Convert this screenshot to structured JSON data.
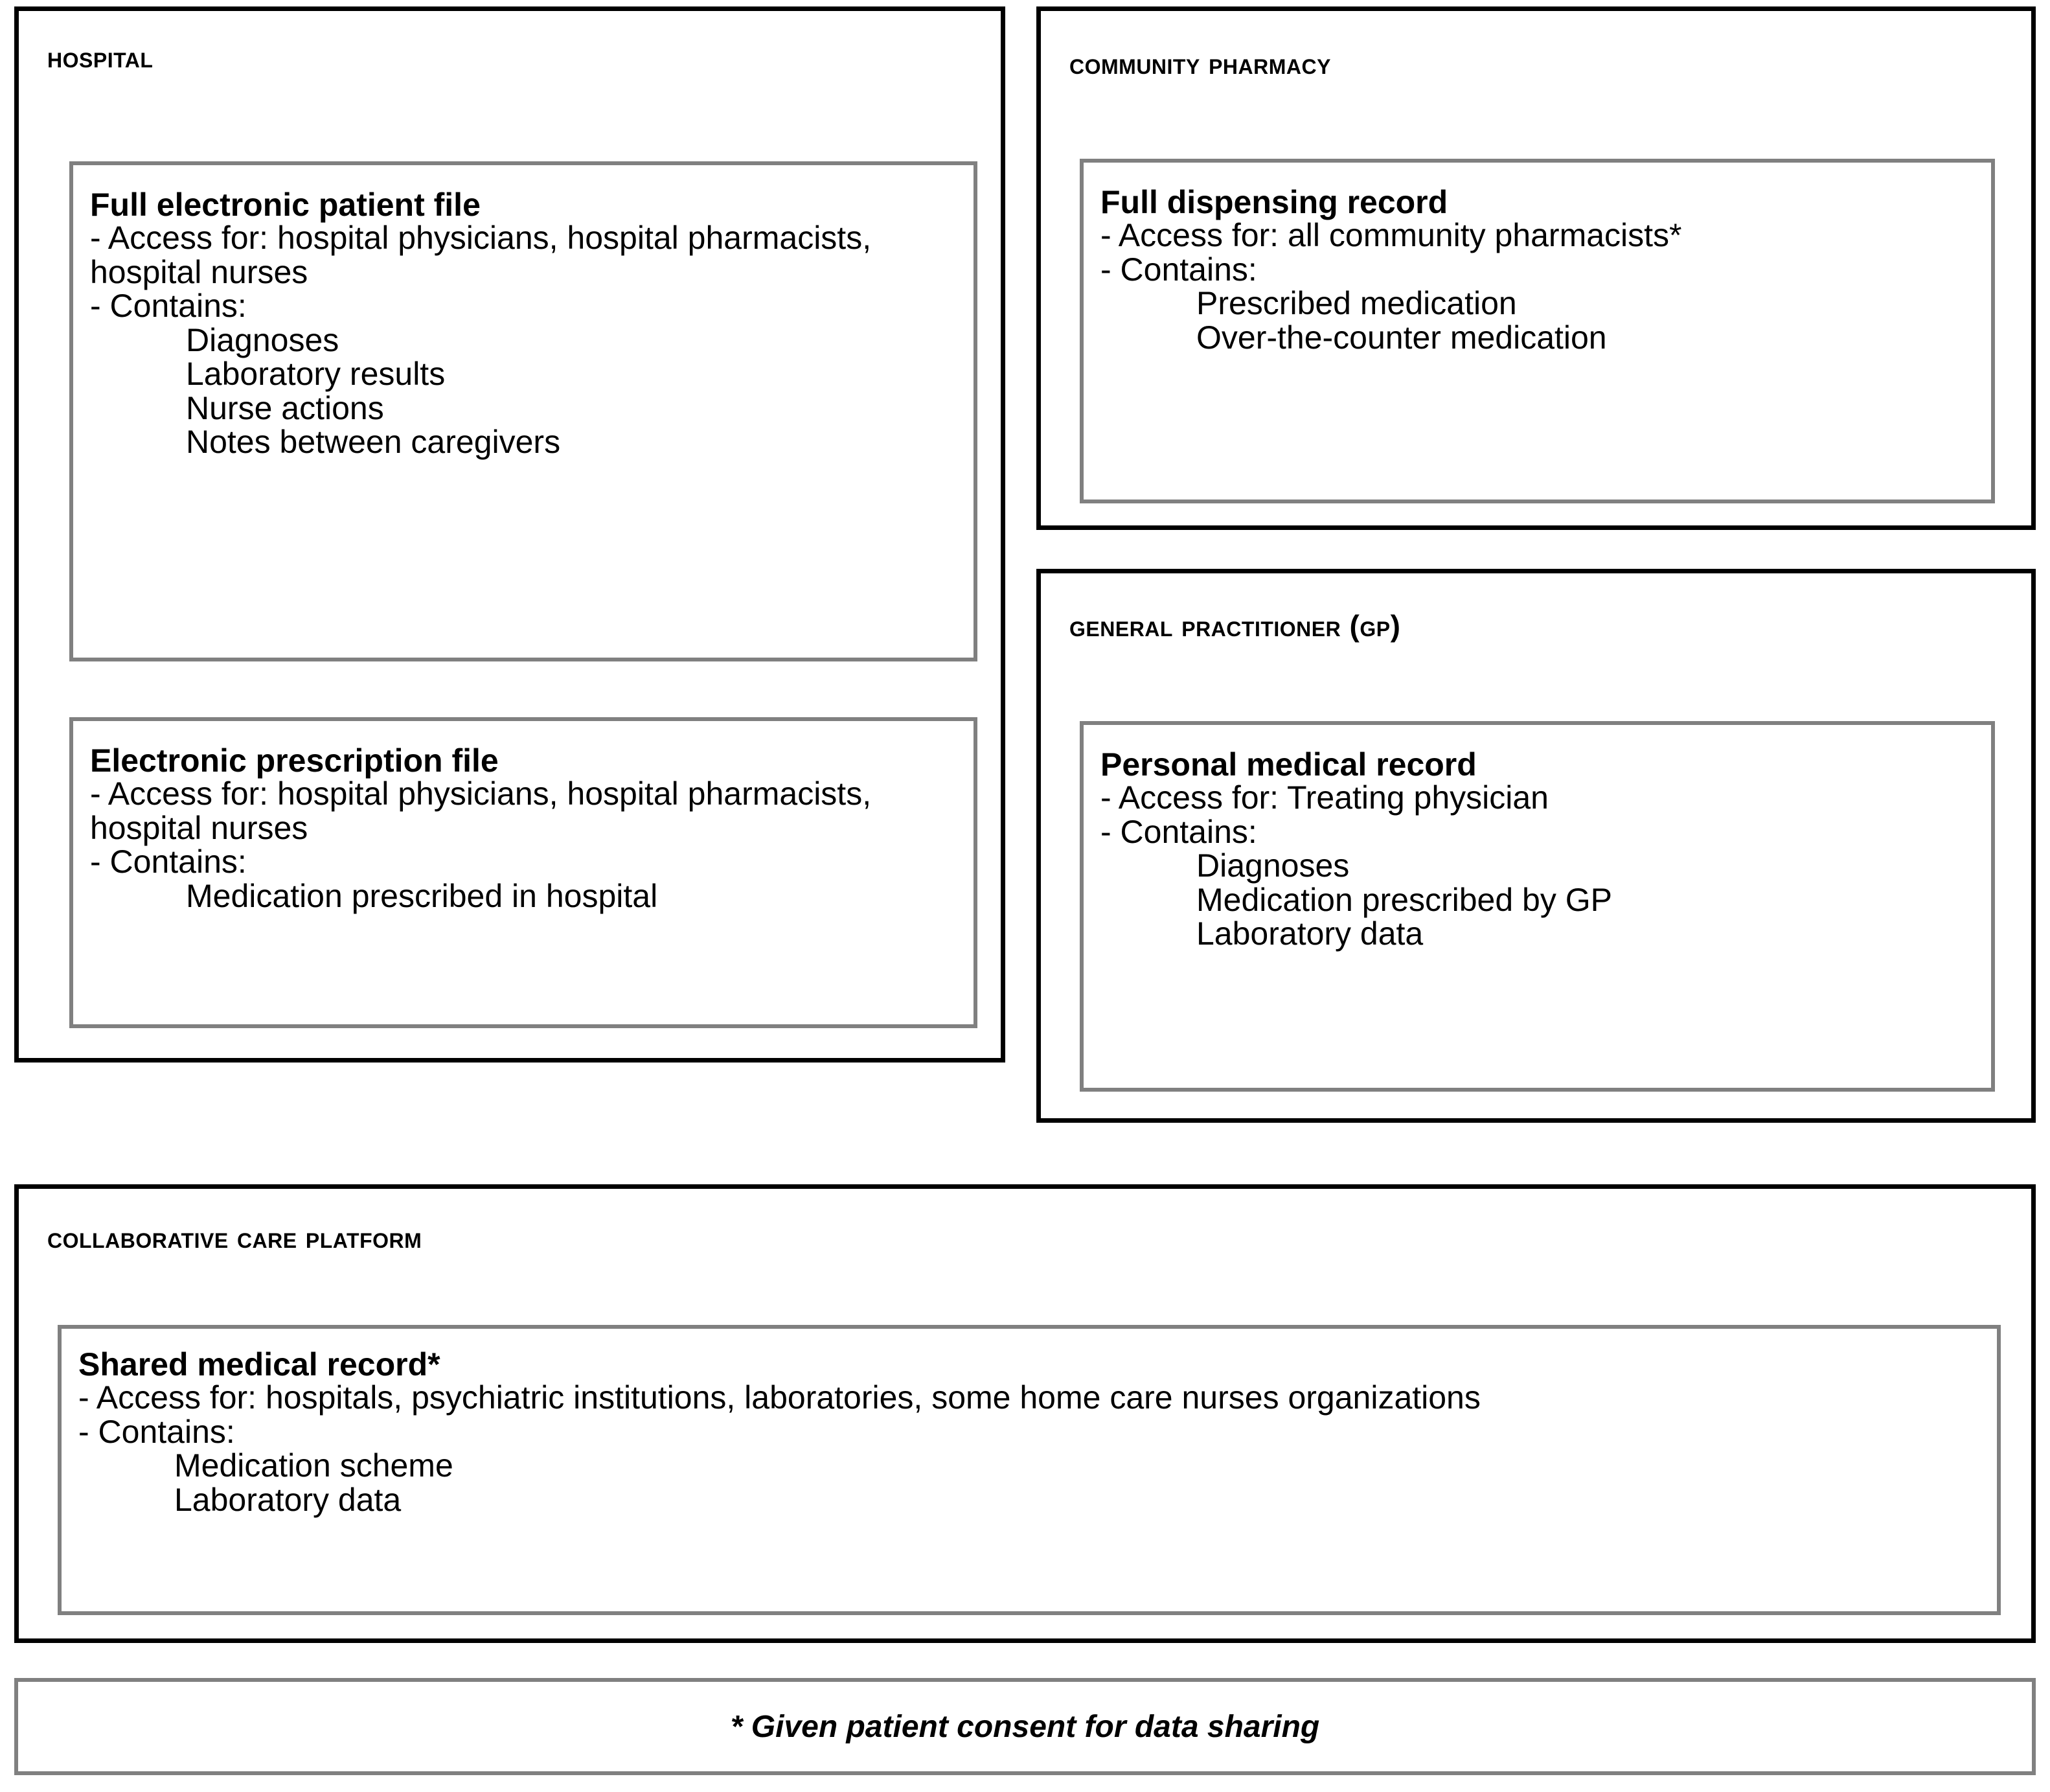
{
  "colors": {
    "outer_border": "#000000",
    "inner_border": "#808080",
    "text": "#000000",
    "background": "#ffffff"
  },
  "panels": {
    "hospital": {
      "title": "Hospital",
      "records": [
        {
          "title": "Full electronic patient file",
          "access_line": "- Access for: hospital physicians, hospital pharmacists, hospital nurses",
          "contains_label": "- Contains:",
          "contains": [
            "Diagnoses",
            "Laboratory results",
            "Nurse actions",
            "Notes between caregivers"
          ]
        },
        {
          "title": "Electronic prescription file",
          "access_line": "- Access for: hospital physicians, hospital pharmacists, hospital nurses",
          "contains_label": "- Contains:",
          "contains": [
            "Medication prescribed in hospital"
          ]
        }
      ]
    },
    "community_pharmacy": {
      "title": "Community pharmacy",
      "records": [
        {
          "title": "Full dispensing record",
          "access_line": "- Access for: all community pharmacists*",
          "contains_label": "- Contains:",
          "contains": [
            "Prescribed medication",
            "Over-the-counter medication"
          ]
        }
      ]
    },
    "general_practitioner": {
      "title": "General Practitioner (GP)",
      "records": [
        {
          "title": "Personal medical record",
          "access_line": "- Access for: Treating physician",
          "contains_label": "- Contains:",
          "contains": [
            "Diagnoses",
            "Medication prescribed by GP",
            "Laboratory data"
          ]
        }
      ]
    },
    "collaborative_care_platform": {
      "title": "Collaborative Care Platform",
      "records": [
        {
          "title": "Shared medical record*",
          "access_line": "- Access for: hospitals, psychiatric institutions, laboratories, some home care nurses organizations",
          "contains_label": "- Contains:",
          "contains": [
            "Medication scheme",
            "Laboratory data"
          ]
        }
      ]
    }
  },
  "footnote": {
    "text": "* Given patient consent for data sharing"
  }
}
